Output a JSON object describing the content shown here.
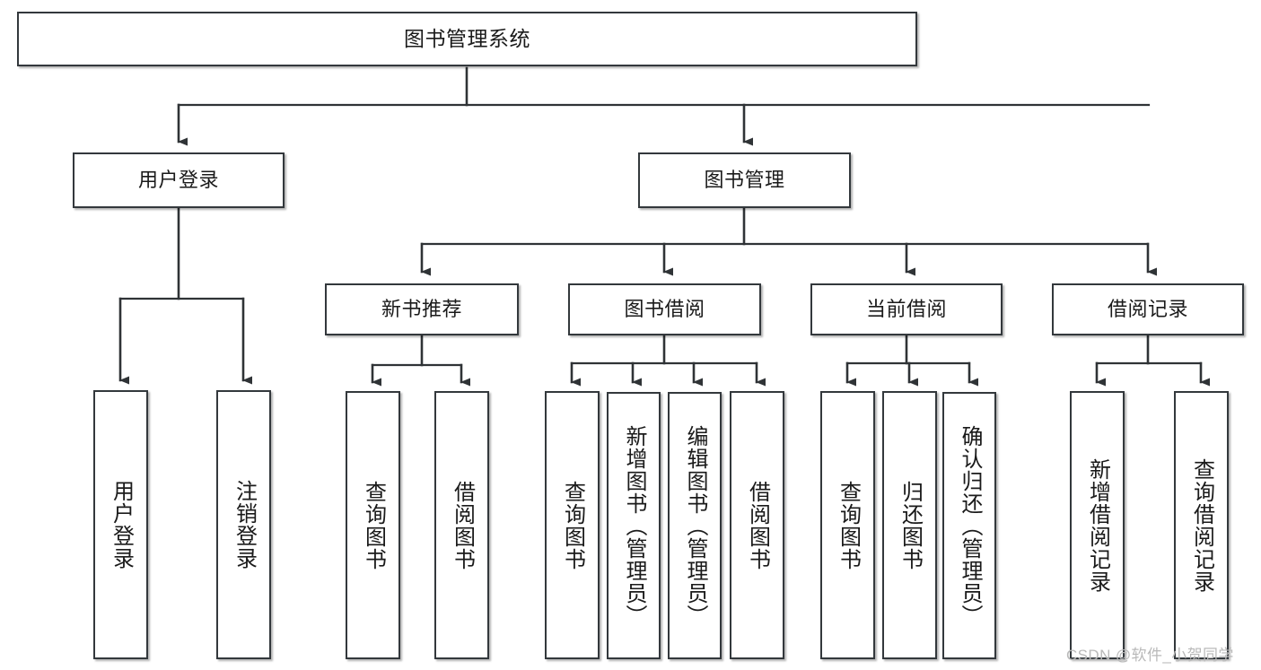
{
  "diagram": {
    "type": "tree",
    "title": "图书管理系统",
    "colors": {
      "box_border": "#33383c",
      "box_fill": "#ffffff",
      "connector": "#2f3336",
      "text": "#1a1a1a",
      "watermark": "#b9b9b9",
      "background": "#ffffff"
    },
    "levels": [
      {
        "level": 0,
        "nodes": [
          {
            "id": "root",
            "label": "图书管理系统",
            "orientation": "horizontal"
          }
        ]
      },
      {
        "level": 1,
        "nodes": [
          {
            "id": "login",
            "label": "用户登录",
            "orientation": "horizontal",
            "parent": "root"
          },
          {
            "id": "bookmgmt",
            "label": "图书管理",
            "orientation": "horizontal",
            "parent": "root"
          }
        ]
      },
      {
        "level": 2,
        "nodes": [
          {
            "id": "newbook",
            "label": "新书推荐",
            "orientation": "horizontal",
            "parent": "bookmgmt"
          },
          {
            "id": "borrow",
            "label": "图书借阅",
            "orientation": "horizontal",
            "parent": "bookmgmt"
          },
          {
            "id": "current",
            "label": "当前借阅",
            "orientation": "horizontal",
            "parent": "bookmgmt"
          },
          {
            "id": "records",
            "label": "借阅记录",
            "orientation": "horizontal",
            "parent": "bookmgmt"
          }
        ]
      },
      {
        "level": 3,
        "nodes": [
          {
            "id": "leaf-user-login",
            "label": "用户登录",
            "orientation": "vertical",
            "parent": "login"
          },
          {
            "id": "leaf-user-logout",
            "label": "注销登录",
            "orientation": "vertical",
            "parent": "login"
          },
          {
            "id": "leaf-query-book-1",
            "label": "查询图书",
            "orientation": "vertical",
            "parent": "newbook"
          },
          {
            "id": "leaf-borrow-book-1",
            "label": "借阅图书",
            "orientation": "vertical",
            "parent": "newbook"
          },
          {
            "id": "leaf-query-book-2",
            "label": "查询图书",
            "orientation": "vertical",
            "parent": "borrow"
          },
          {
            "id": "leaf-add-book",
            "label": "新增图书（管理员）",
            "orientation": "vertical",
            "parent": "borrow"
          },
          {
            "id": "leaf-edit-book",
            "label": "编辑图书（管理员）",
            "orientation": "vertical",
            "parent": "borrow"
          },
          {
            "id": "leaf-borrow-book-2",
            "label": "借阅图书",
            "orientation": "vertical",
            "parent": "borrow"
          },
          {
            "id": "leaf-query-book-3",
            "label": "查询图书",
            "orientation": "vertical",
            "parent": "current"
          },
          {
            "id": "leaf-return-book",
            "label": "归还图书",
            "orientation": "vertical",
            "parent": "current"
          },
          {
            "id": "leaf-confirm-return",
            "label": "确认归还（管理员）",
            "orientation": "vertical",
            "parent": "current"
          },
          {
            "id": "leaf-add-record",
            "label": "新增借阅记录",
            "orientation": "vertical",
            "parent": "records"
          },
          {
            "id": "leaf-query-record",
            "label": "查询借阅记录",
            "orientation": "vertical",
            "parent": "records"
          }
        ]
      }
    ]
  },
  "watermark": {
    "text": "CSDN @软件_小贺同学"
  }
}
